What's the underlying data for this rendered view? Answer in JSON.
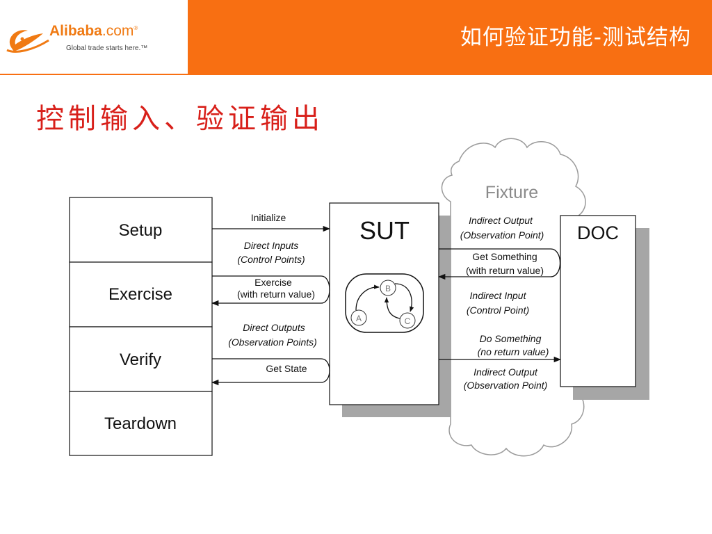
{
  "header": {
    "title": "如何验证功能-测试结构",
    "logo": {
      "name": "Alibaba",
      "suffix": ".com",
      "registered": "®",
      "slogan": "Global trade starts here.™"
    }
  },
  "heading": "控制输入、验证输出",
  "colors": {
    "accent": "#f86f12",
    "heading": "#d8201a",
    "shadow": "#a6a6a6"
  },
  "diagram": {
    "cloud_label": "Fixture",
    "phases": [
      "Setup",
      "Exercise",
      "Verify",
      "Teardown"
    ],
    "sut": {
      "label": "SUT",
      "states": [
        "A",
        "B",
        "C"
      ]
    },
    "doc": {
      "label": "DOC"
    },
    "left_labels": {
      "initialize": "Initialize",
      "direct_inputs_1": "Direct Inputs",
      "direct_inputs_2": "(Control Points)",
      "exercise_1": "Exercise",
      "exercise_2": "(with return value)",
      "direct_outputs_1": "Direct Outputs",
      "direct_outputs_2": "(Observation Points)",
      "get_state": "Get State"
    },
    "right_labels": {
      "indirect_output_top_1": "Indirect Output",
      "indirect_output_top_2": "(Observation Point)",
      "get_something_1": "Get Something",
      "get_something_2": "(with return value)",
      "indirect_input_1": "Indirect Input",
      "indirect_input_2": "(Control Point)",
      "do_something_1": "Do Something",
      "do_something_2": "(no return value)",
      "indirect_output_bottom_1": "Indirect Output",
      "indirect_output_bottom_2": "(Observation Point)"
    }
  }
}
